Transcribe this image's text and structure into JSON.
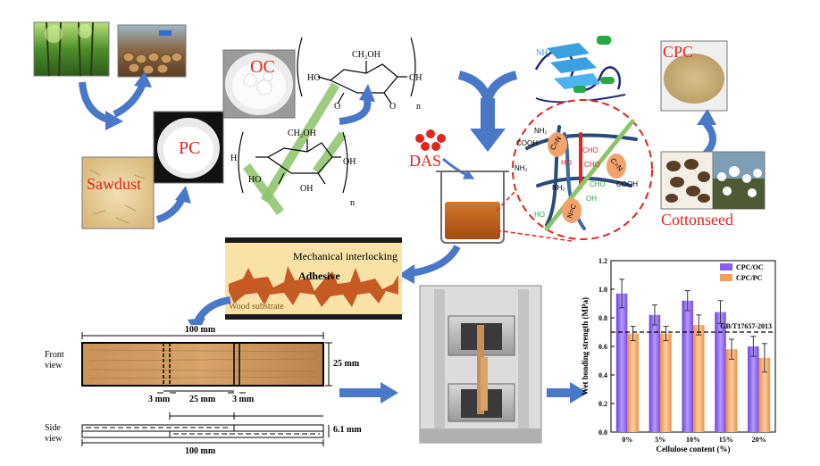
{
  "materials": {
    "sawdust": "Sawdust",
    "pc": "PC",
    "oc": "OC",
    "das": "DAS",
    "cpc": "CPC",
    "cottonseed": "Cottonseed"
  },
  "chem_labels": {
    "ch2oh_top": "CH₂OH",
    "ch2oh_bottom": "CH₂OH",
    "n": "n",
    "ho": "HO",
    "oh": "OH",
    "o": "O",
    "h": "H",
    "nh2_protein": "NH₂"
  },
  "network_labels": {
    "nh2": "NH₂",
    "cooh": "COOH",
    "cho": "CHO",
    "oh": "OH",
    "ho": "HO",
    "c_n": "C=N",
    "n_c": "N=C"
  },
  "interlock": {
    "title": "Mechanical interlocking",
    "adhesive": "Adhesive",
    "substrate": "Wood substrate"
  },
  "specimen": {
    "length_total": "100 mm",
    "width": "25 mm",
    "gap_left": "3 mm",
    "overlap": "25 mm",
    "gap_right": "3 mm",
    "front_view": "Front\nview",
    "side_view": "Side\nview",
    "thickness": "6.1 mm",
    "length_bottom": "100 mm"
  },
  "chart_data": {
    "type": "bar",
    "categories": [
      "0%",
      "5%",
      "10%",
      "15%",
      "20%"
    ],
    "series": [
      {
        "name": "CPC/OC",
        "values": [
          0.97,
          0.82,
          0.92,
          0.84,
          0.6
        ],
        "errors": [
          0.1,
          0.07,
          0.07,
          0.08,
          0.07
        ],
        "color": "#8b5cf6"
      },
      {
        "name": "CPC/PC",
        "values": [
          0.69,
          0.69,
          0.75,
          0.58,
          0.52
        ],
        "errors": [
          0.05,
          0.05,
          0.07,
          0.07,
          0.1
        ],
        "color": "#f59e5b"
      }
    ],
    "reference_line": {
      "label": "GB/T17657-2013",
      "value": 0.7
    },
    "ylabel": "Wet bonding strength (MPa)",
    "xlabel": "Cellulose content (%)",
    "ylim": [
      0,
      1.2
    ],
    "yticks": [
      "0.0",
      "0.2",
      "0.4",
      "0.6",
      "0.8",
      "1.0",
      "1.2"
    ],
    "legend": "top-right"
  },
  "colors": {
    "arrow": "#4a78c8",
    "red_label": "#e0251b",
    "green_bar": "#8cc46c"
  }
}
